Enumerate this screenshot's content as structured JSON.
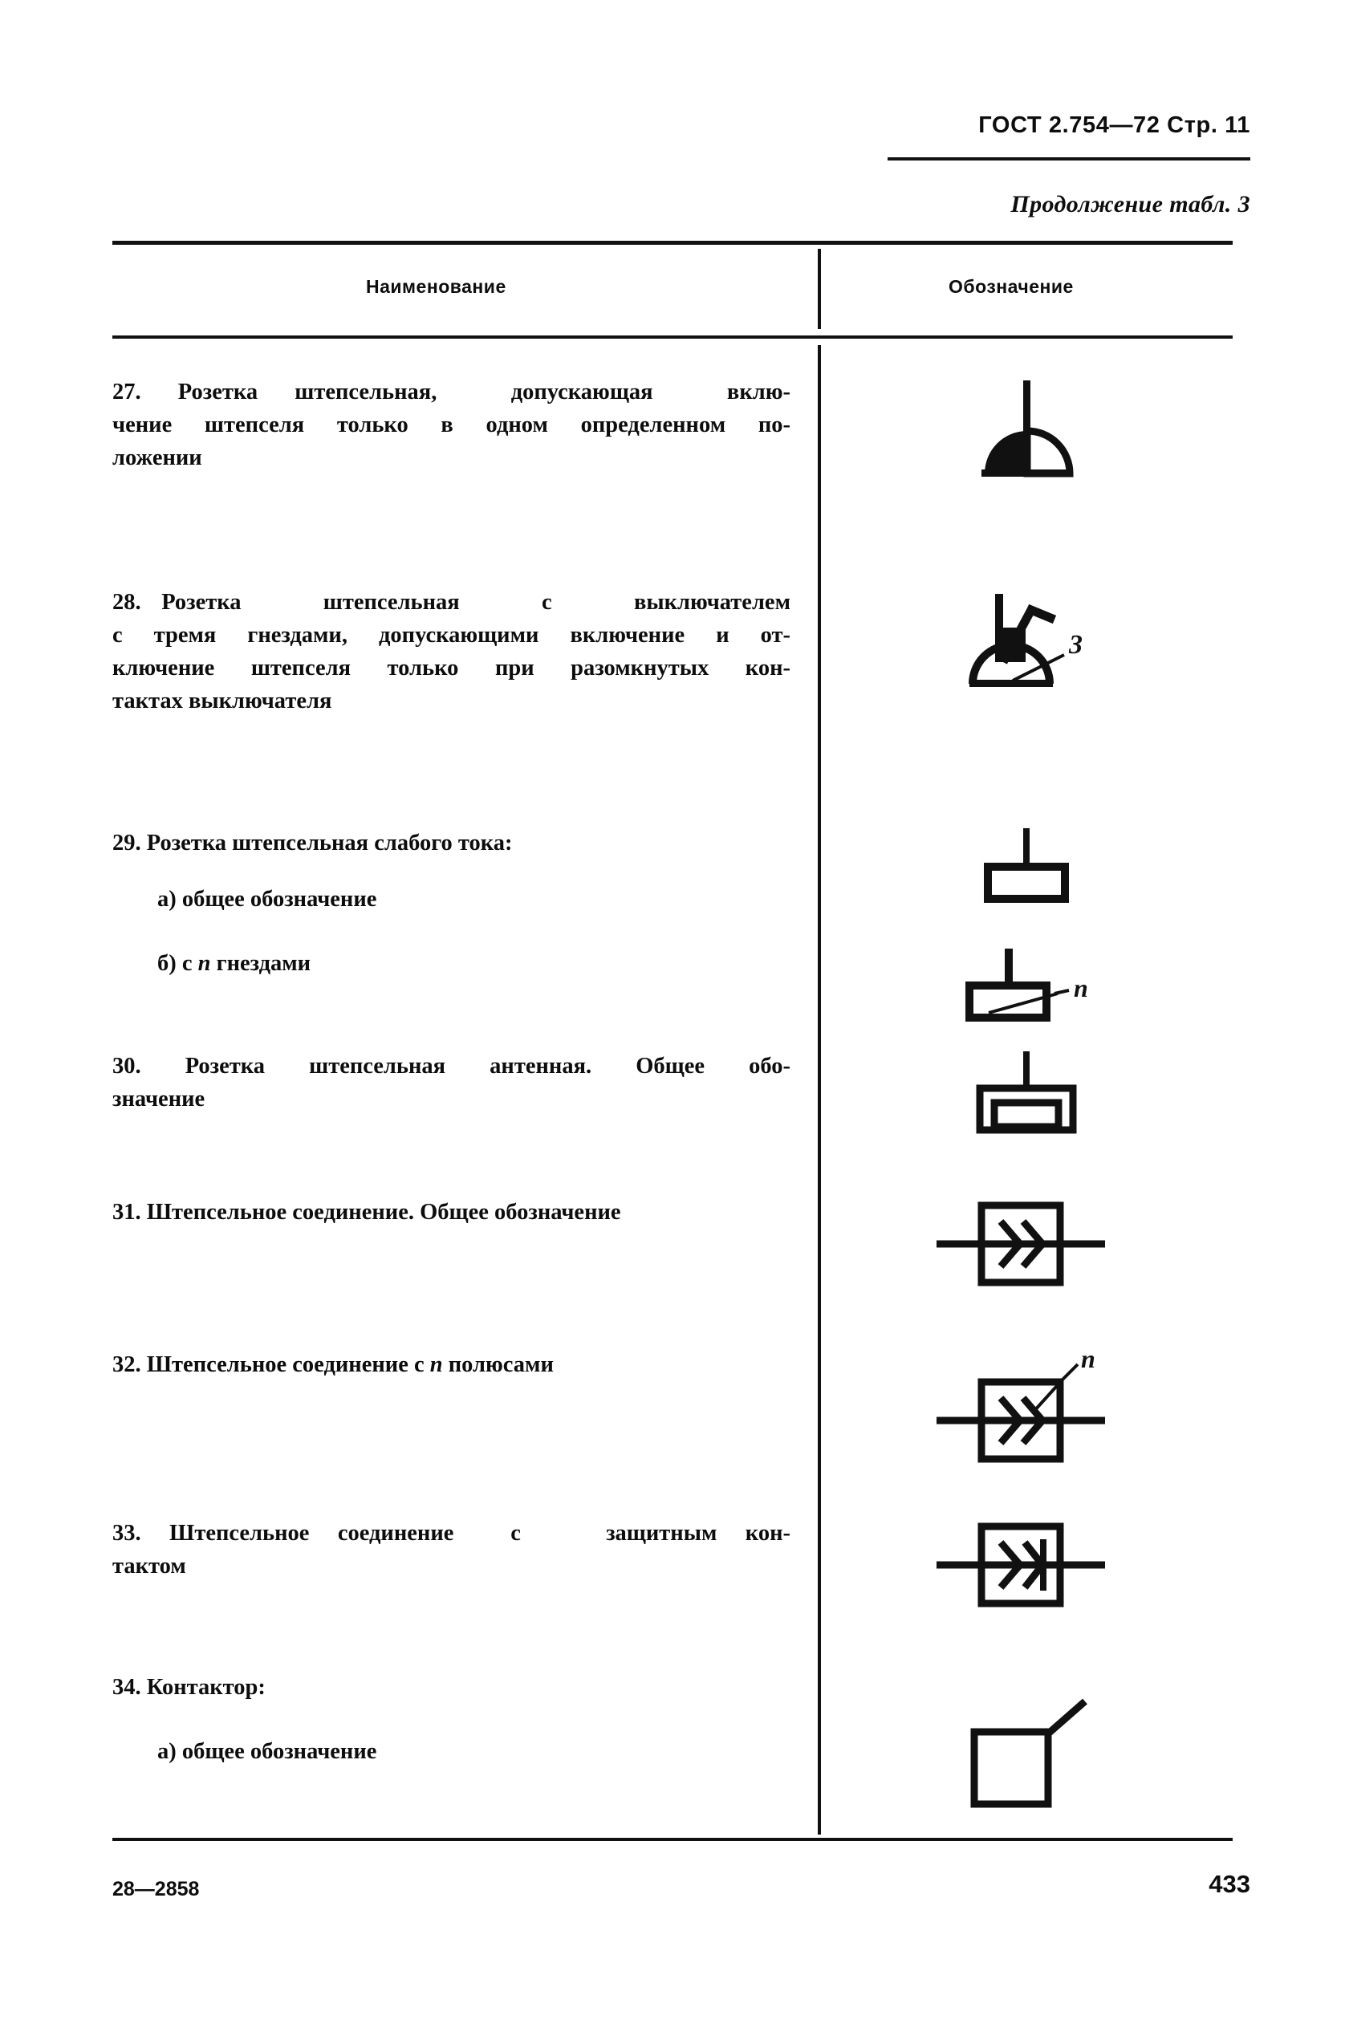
{
  "header": {
    "standard_ref": "ГОСТ 2.754—72  Стр. 11",
    "continuation": "Продолжение табл. 3"
  },
  "table": {
    "columns": {
      "name": "Наименование",
      "symbol": "Обозначение"
    },
    "rows": [
      {
        "number": "27.",
        "lines": [
          "27. Розетка штепсельная,  допускающая  вклю-",
          "чение штепселя только в одном определенном по-",
          "ложении"
        ],
        "symbol_name": "socket-keyed-half-filled"
      },
      {
        "number": "28.",
        "lines": [
          "28. Розетка    штепсельная    с    выключателем",
          "с тремя гнездами, допускающими включение и от-",
          "ключение штепселя только при разомкнутых кон-",
          "тактах выключателя"
        ],
        "symbol_name": "socket-with-switch-3-contacts",
        "symbol_label": "3"
      },
      {
        "number": "29.",
        "lines": [
          "29. Розетка штепсельная слабого тока:"
        ],
        "subitems": [
          {
            "label_prefix": "а) общее обозначение",
            "symbol_name": "low-current-socket-general"
          },
          {
            "label_prefix": "б) с ",
            "label_italic": "n",
            "label_suffix": " гнездами",
            "symbol_name": "low-current-socket-n-contacts",
            "symbol_label": "n"
          }
        ]
      },
      {
        "number": "30.",
        "lines": [
          "30. Розетка штепсельная антенная. Общее обо-",
          "значение"
        ],
        "symbol_name": "antenna-socket-general"
      },
      {
        "number": "31.",
        "lines": [
          "31. Штепсельное соединение. Общее обозначение"
        ],
        "symbol_name": "plug-connection-general"
      },
      {
        "number": "32.",
        "line_prefix": "32. Штепсельное соединение с ",
        "line_italic": "n",
        "line_suffix": " полюсами",
        "symbol_name": "plug-connection-n-poles",
        "symbol_label": "n"
      },
      {
        "number": "33.",
        "lines": [
          "33. Штепсельное соединение  с   защитным кон-",
          "тактом"
        ],
        "symbol_name": "plug-connection-protective-contact"
      },
      {
        "number": "34.",
        "lines": [
          "34. Контактор:"
        ],
        "subitems": [
          {
            "label_prefix": "а) общее обозначение",
            "symbol_name": "contactor-general"
          }
        ]
      }
    ]
  },
  "footer": {
    "signature": "28—2858",
    "page_number": "433"
  }
}
